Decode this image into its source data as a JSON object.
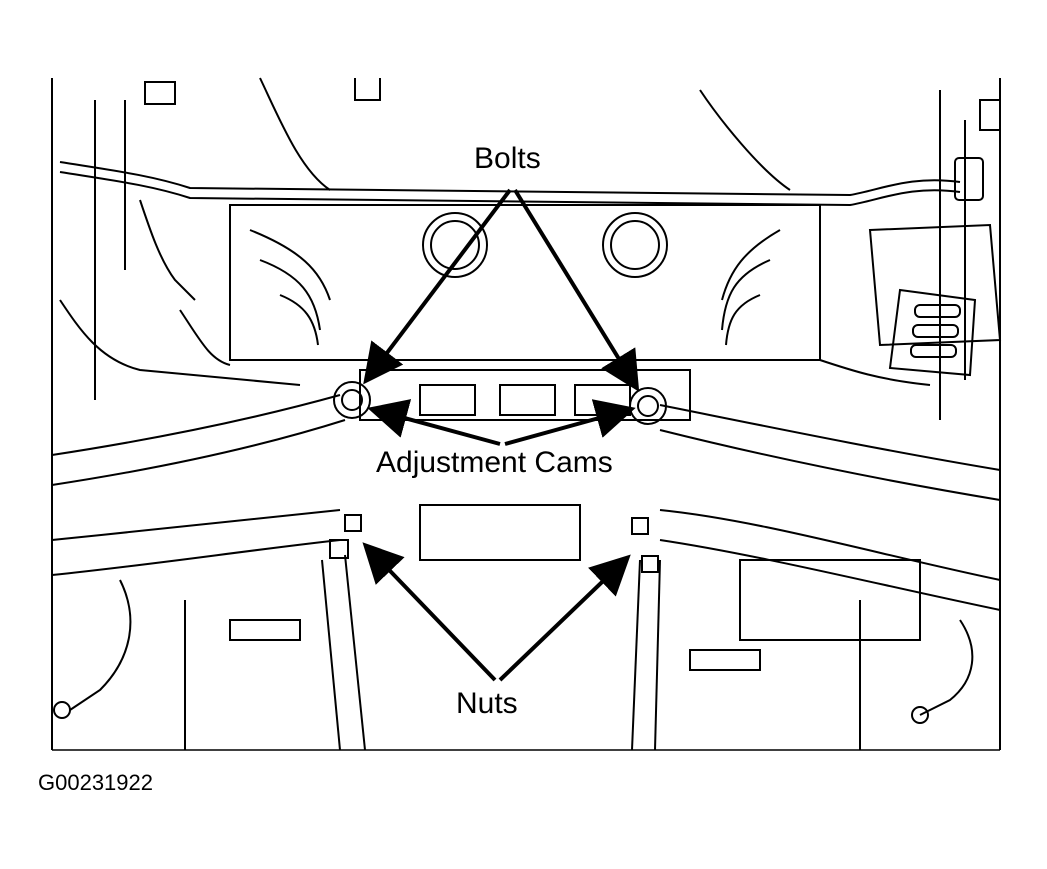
{
  "diagram": {
    "callouts": {
      "bolts": "Bolts",
      "adjustment_cams": "Adjustment Cams",
      "nuts": "Nuts"
    },
    "figure_code": "G00231922"
  },
  "colors": {
    "line": "#000000",
    "background": "#ffffff"
  }
}
